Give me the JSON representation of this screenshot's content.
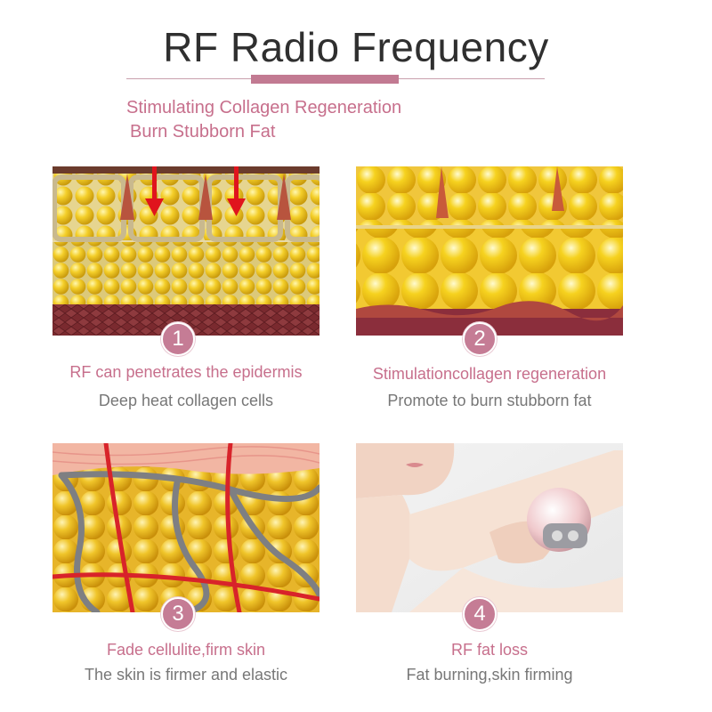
{
  "title": "RF Radio Frequency",
  "subtitle_lines": [
    "Stimulating Collagen Regeneration",
    "Burn Stubborn Fat"
  ],
  "colors": {
    "accent": "#c27a92",
    "pink_text": "#c76f8c",
    "gray_text": "#777777",
    "fat_yellow": "#f2c21b",
    "vessel_red": "#d8232a"
  },
  "panels": [
    {
      "number": "1",
      "caption": "RF can penetrates the epidermis",
      "subcaption": "Deep heat collagen cells",
      "image": "skin-layers-with-arrows"
    },
    {
      "number": "2",
      "caption": "Stimulationcollagen regeneration",
      "subcaption": "Promote to burn stubborn fat",
      "image": "enlarged-fat-cells"
    },
    {
      "number": "3",
      "caption": "Fade cellulite,firm skin",
      "subcaption": "The skin is firmer and elastic",
      "image": "cellulite-fibers-and-vessels"
    },
    {
      "number": "4",
      "caption": "RF fat loss",
      "subcaption": "Fat burning,skin firming",
      "image": "woman-using-rf-device"
    }
  ]
}
